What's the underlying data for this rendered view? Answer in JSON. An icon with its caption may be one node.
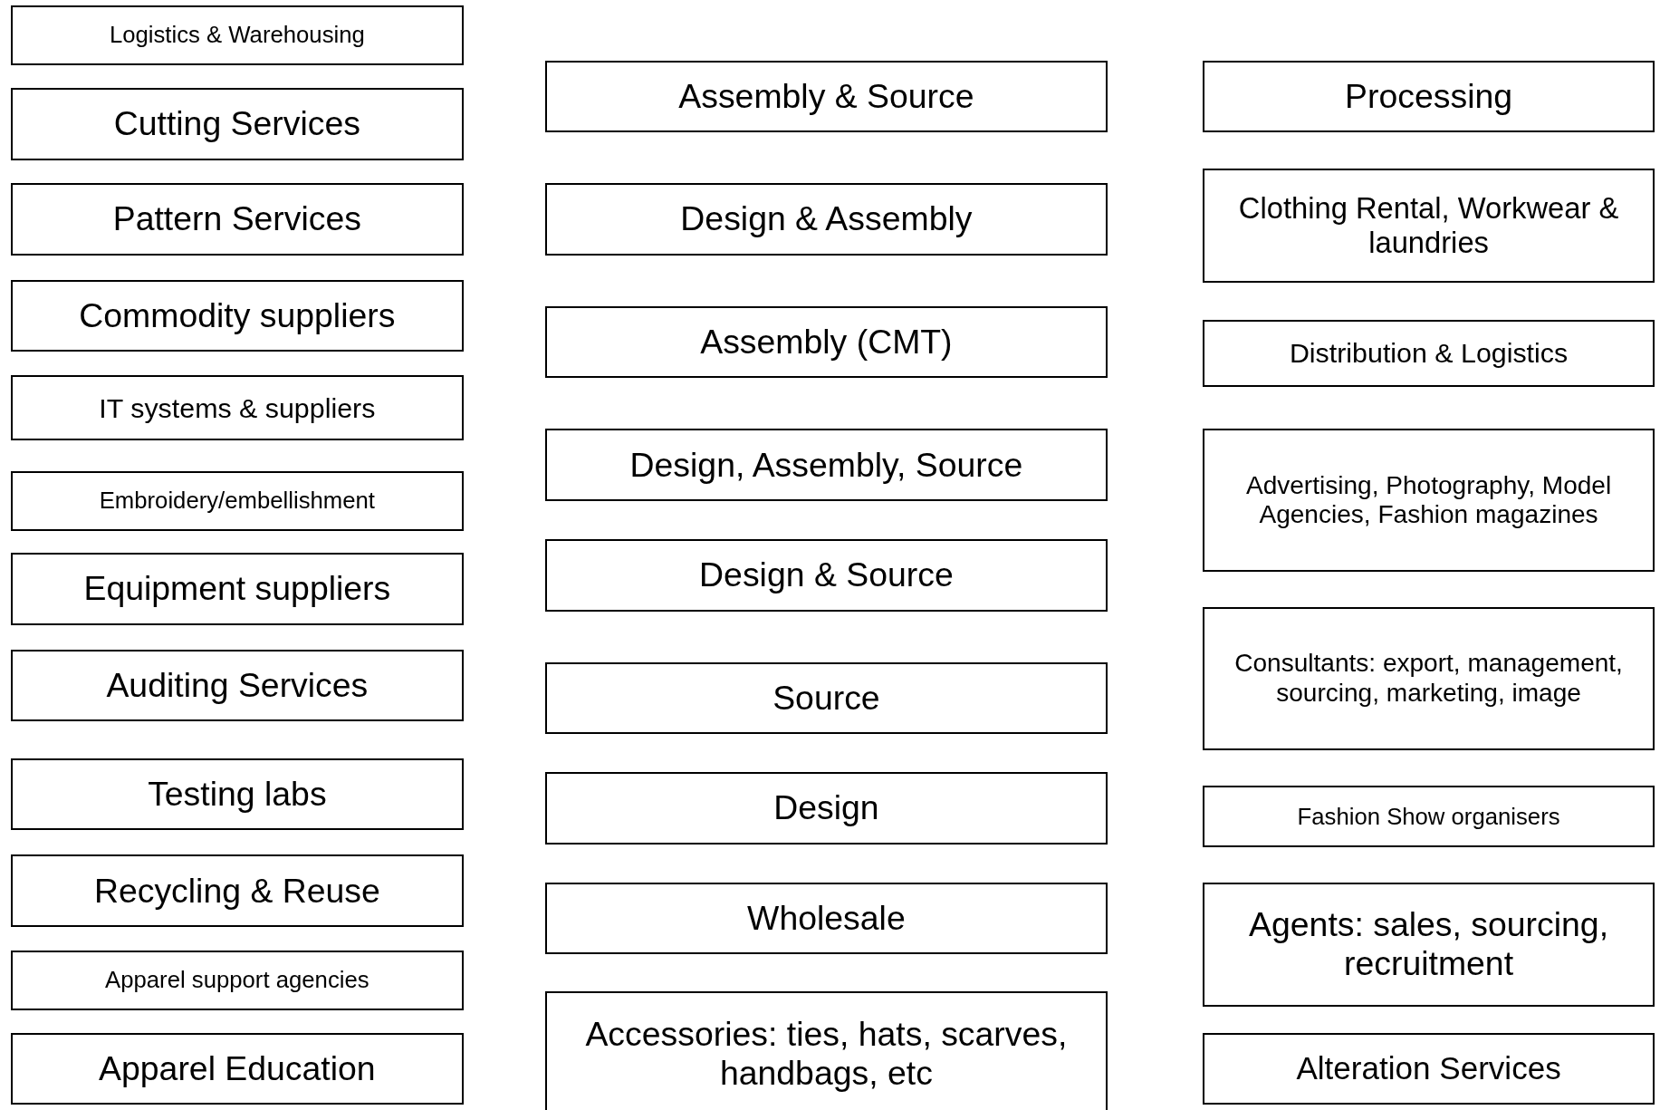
{
  "diagram": {
    "nodes": [
      {
        "text": [
          "Logistics & Warehousing"
        ]
      },
      {
        "text": [
          "Cutting Services"
        ]
      },
      {
        "text": [
          "Pattern Services"
        ]
      },
      {
        "text": [
          "Commodity suppliers"
        ]
      },
      {
        "text": [
          "IT systems & suppliers"
        ]
      },
      {
        "text": [
          "Embroidery/embellishment"
        ]
      },
      {
        "text": [
          "Equipment suppliers"
        ]
      },
      {
        "text": [
          "Auditing Services"
        ]
      },
      {
        "text": [
          "Testing labs"
        ]
      },
      {
        "text": [
          "Recycling & Reuse"
        ]
      },
      {
        "text": [
          "Apparel support agencies"
        ]
      },
      {
        "text": [
          "Apparel Education"
        ]
      },
      {
        "text": [
          "Assembly & Source"
        ]
      },
      {
        "text": [
          "Design & Assembly"
        ]
      },
      {
        "text": [
          "Assembly (CMT)"
        ]
      },
      {
        "text": [
          "Design, Assembly, Source"
        ]
      },
      {
        "text": [
          "Design & Source"
        ]
      },
      {
        "text": [
          "Source"
        ]
      },
      {
        "text": [
          "Design"
        ]
      },
      {
        "text": [
          "Wholesale"
        ]
      },
      {
        "text": [
          "Accessories: ties, hats, scarves, handbags, etc"
        ]
      },
      {
        "text": [
          "Processing"
        ]
      },
      {
        "text": [
          "Clothing Rental, Workwear & laundries"
        ]
      },
      {
        "text": [
          "Distribution & Logistics"
        ]
      },
      {
        "text": [
          "Advertising, Photography, Model Agencies, Fashion magazines"
        ]
      },
      {
        "text": [
          "Consultants: export, management, sourcing, marketing, image"
        ]
      },
      {
        "text": [
          "Fashion Show organisers"
        ]
      },
      {
        "text": [
          "Agents: sales, sourcing, recruitment"
        ]
      },
      {
        "text": [
          "Alteration Services"
        ]
      }
    ],
    "edges": []
  }
}
